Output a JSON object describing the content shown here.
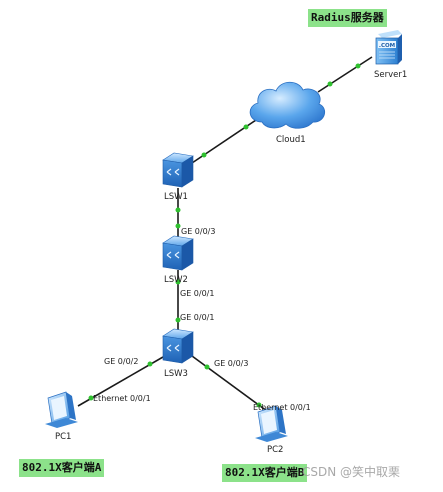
{
  "notes": {
    "server_note": "Radius服务器",
    "pc1_note": "802.1X客户端A",
    "pc2_note": "802.1X客户端B"
  },
  "devices": {
    "server": "Server1",
    "cloud": "Cloud1",
    "lsw1": "LSW1",
    "lsw2": "LSW2",
    "lsw3": "LSW3",
    "pc1": "PC1",
    "pc2": "PC2"
  },
  "ports": {
    "lsw1_down": "GE 0/0/3",
    "lsw2_up": "GE 0/0/1",
    "lsw3_up": "GE 0/0/1",
    "lsw3_left": "GE 0/0/2",
    "lsw3_right": "GE 0/0/3",
    "pc1_port": "Ethernet 0/0/1",
    "pc2_port": "Ethernet 0/0/1"
  },
  "server_badge": ".COM",
  "watermark": "CSDN @笑中取栗",
  "colors": {
    "link": "#1a1a1a",
    "link_dot": "#2fc12f",
    "note_bg": "#8ce28a",
    "switch_blue": "#3a86d9",
    "cloud_blue": "#3d8fe0"
  }
}
